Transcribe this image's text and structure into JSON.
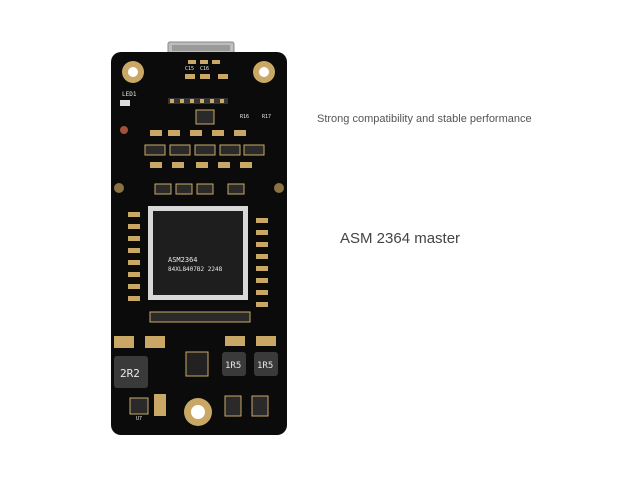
{
  "captions": {
    "compat": "Strong compatibility and stable performance",
    "master": "ASM 2364 master"
  },
  "chip": {
    "line1": "ASM2364",
    "line2": "84XL8407B2 2248"
  },
  "inductors": {
    "big": "2R2",
    "small_a": "1R5",
    "small_b": "1R5"
  },
  "silk": {
    "led": "LED1",
    "c1": "C15",
    "c2": "C16",
    "r1": "R16",
    "r2": "R17",
    "u": "U7"
  },
  "colors": {
    "pcb": "#0b0b0b",
    "pad_gold": "#c9a866",
    "chip": "#1e1e1e",
    "silk": "#e8e8e8"
  }
}
